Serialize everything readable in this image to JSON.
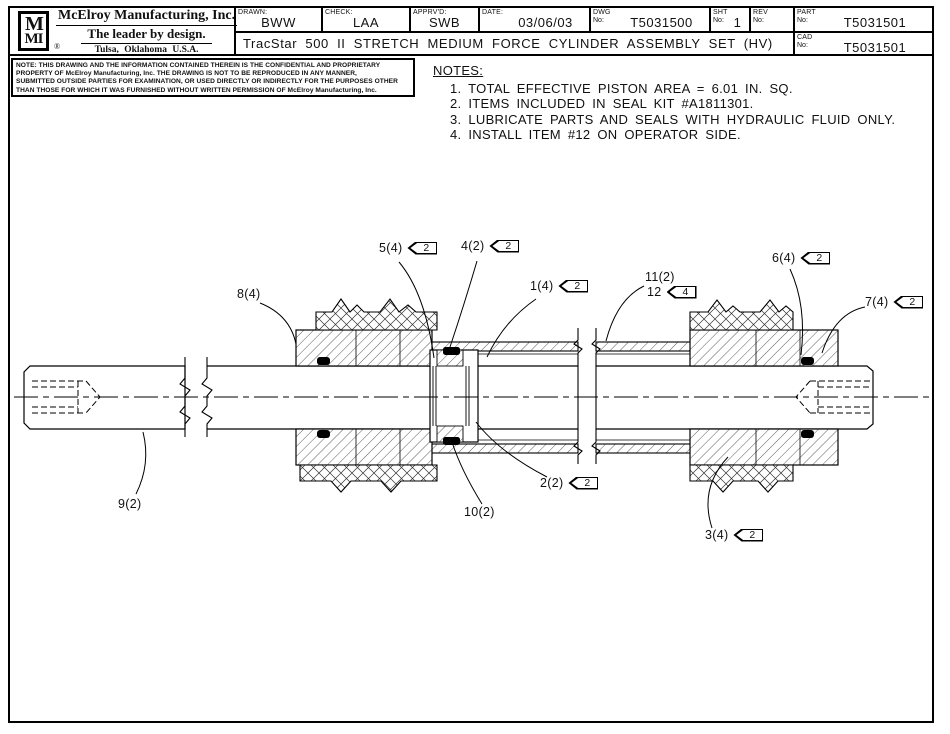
{
  "sheet": {
    "company": {
      "logo_top": "M",
      "logo_bottom": "MI",
      "registered": "®",
      "name": "McElroy Manufacturing, Inc.",
      "tagline": "The leader by design.",
      "location": "Tulsa, Oklahoma U.S.A."
    },
    "title_block": {
      "drawn": {
        "label": "DRAWN:",
        "value": "BWW"
      },
      "check": {
        "label": "CHECK:",
        "value": "LAA"
      },
      "apprvd": {
        "label": "APPRV'D:",
        "value": "SWB"
      },
      "date": {
        "label": "DATE:",
        "value": "03/06/03"
      },
      "dwg": {
        "label": "DWG",
        "no": "No:",
        "value": "T5031500"
      },
      "sht": {
        "label": "SHT",
        "no": "No:",
        "value": "1"
      },
      "rev": {
        "label": "REV",
        "no": "No:",
        "value": ""
      },
      "part": {
        "label": "PART",
        "no": "No:",
        "value": "T5031501"
      },
      "cad": {
        "label": "CAD",
        "no": "No:",
        "value": "T5031501"
      },
      "drawing_title": "TracStar 500 II STRETCH MEDIUM FORCE CYLINDER ASSEMBLY SET (HV)"
    },
    "confidentiality_note": {
      "lines": [
        "NOTE: THIS DRAWING AND THE INFORMATION CONTAINED THEREIN IS THE CONFIDENTIAL AND PROPRIETARY",
        "PROPERTY OF McElroy Manufacturing, Inc. THE DRAWING IS NOT TO BE REPRODUCED IN ANY MANNER,",
        "SUBMITTED OUTSIDE PARTIES FOR EXAMINATION, OR USED DIRECTLY OR INDIRECTLY FOR THE PURPOSES OTHER",
        "THAN THOSE FOR WHICH IT WAS FURNISHED WITHOUT WRITTEN PERMISSION OF McElroy Manufacturing, Inc."
      ]
    },
    "notes": {
      "heading": "NOTES:",
      "items": [
        "1. TOTAL EFFECTIVE PISTON AREA = 6.01 IN. SQ.",
        "2. ITEMS INCLUDED IN SEAL KIT #A1811301.",
        "3. LUBRICATE PARTS AND SEALS WITH HYDRAULIC FLUID ONLY.",
        "4. INSTALL ITEM #12 ON OPERATOR SIDE."
      ]
    },
    "callouts": [
      {
        "label": "1(4)",
        "flag": "2"
      },
      {
        "label": "2(2)",
        "flag": "2"
      },
      {
        "label": "3(4)",
        "flag": "2"
      },
      {
        "label": "4(2)",
        "flag": "2"
      },
      {
        "label": "5(4)",
        "flag": "2"
      },
      {
        "label": "6(4)",
        "flag": "2"
      },
      {
        "label": "7(4)",
        "flag": "2"
      },
      {
        "label": "8(4)"
      },
      {
        "label": "9(2)"
      },
      {
        "label": "10(2)"
      },
      {
        "label": "11(2)"
      },
      {
        "label": "12",
        "flag": "4"
      }
    ],
    "colors": {
      "ink": "#111111",
      "paper": "#ffffff"
    }
  }
}
